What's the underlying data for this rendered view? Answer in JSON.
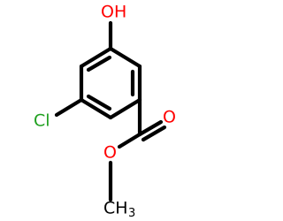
{
  "molecule": {
    "atoms": {
      "hydroxyl": {
        "text": "OH",
        "color": "#ff0000"
      },
      "chlorine": {
        "text": "Cl",
        "color": "#1fa01f"
      },
      "carbonyl_oxygen": {
        "text": "O",
        "color": "#ff0000"
      },
      "ester_oxygen": {
        "text": "O",
        "color": "#ff0000"
      },
      "methyl": {
        "text": "CH",
        "subscript": "3",
        "color": "#000000"
      }
    },
    "bond_color": "#000000"
  }
}
